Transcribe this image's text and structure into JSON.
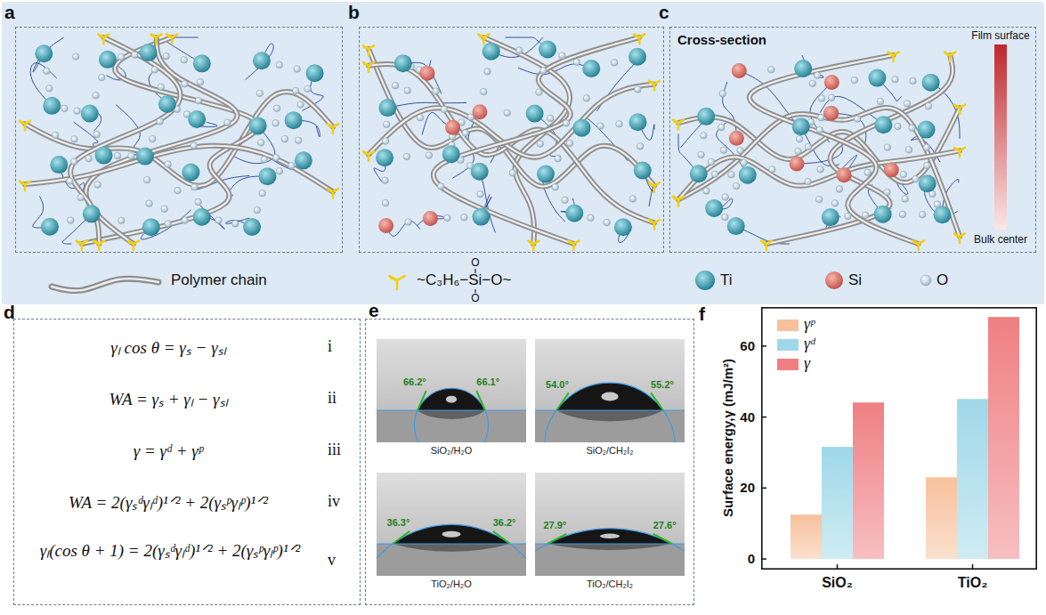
{
  "diagram": {
    "nodes": [
      {
        "text": [
          "a"
        ]
      },
      {
        "text": [
          "b"
        ]
      },
      {
        "text": [
          "c",
          "Cross-section"
        ]
      },
      {
        "text": [
          "d",
          "γₗ cos θ = γₛ − γₛₗ",
          "i",
          "WA = γₛ + γₗ − γₛₗ",
          "ii",
          "γ = γᵈ + γᵖ",
          "iii",
          "WA = 2(γₛᵈγₗᵈ)¹ᐟ² + 2(γₛᵖγₗᵖ)¹ᐟ²",
          "iv",
          "γₗ(cos θ + 1) = 2(γₛᵈγₗᵈ)¹ᐟ² + 2(γₛᵖγₗᵖ)¹ᐟ²",
          "v"
        ]
      },
      {
        "text": [
          "e"
        ]
      },
      {
        "text": [
          "66.2°",
          "66.1°",
          "SiO₂/H₂O"
        ],
        "in": 4
      },
      {
        "text": [
          "54.0°",
          "55.2°",
          "SiO₂/CH₂I₂"
        ],
        "in": 4
      },
      {
        "text": [
          "36.3°",
          "36.2°",
          "TiO₂/H₂O"
        ],
        "in": 4
      },
      {
        "text": [
          "27.9°",
          "27.6°",
          "TiO₂/CH₂I₂"
        ],
        "in": 4
      },
      {
        "text": [
          "f"
        ]
      }
    ],
    "labels": [
      "Film surface",
      "Bulk center",
      "O",
      "O",
      "Surface energy,γ (mJ/m²)",
      "0",
      "20",
      "40",
      "60",
      "SiO₂",
      "TiO₂"
    ],
    "legend": [
      {
        "text": "Polymer chain"
      },
      {
        "text": "~C₃H₆−Si−O~"
      },
      {
        "text": "Ti"
      },
      {
        "text": "Si"
      },
      {
        "text": "O"
      },
      {
        "text": "γᵖ",
        "color": "#f7c19c"
      },
      {
        "text": "γᵈ",
        "color": "#9fd8e8"
      },
      {
        "text": "γ",
        "color": "#ef7f82"
      }
    ]
  }
}
